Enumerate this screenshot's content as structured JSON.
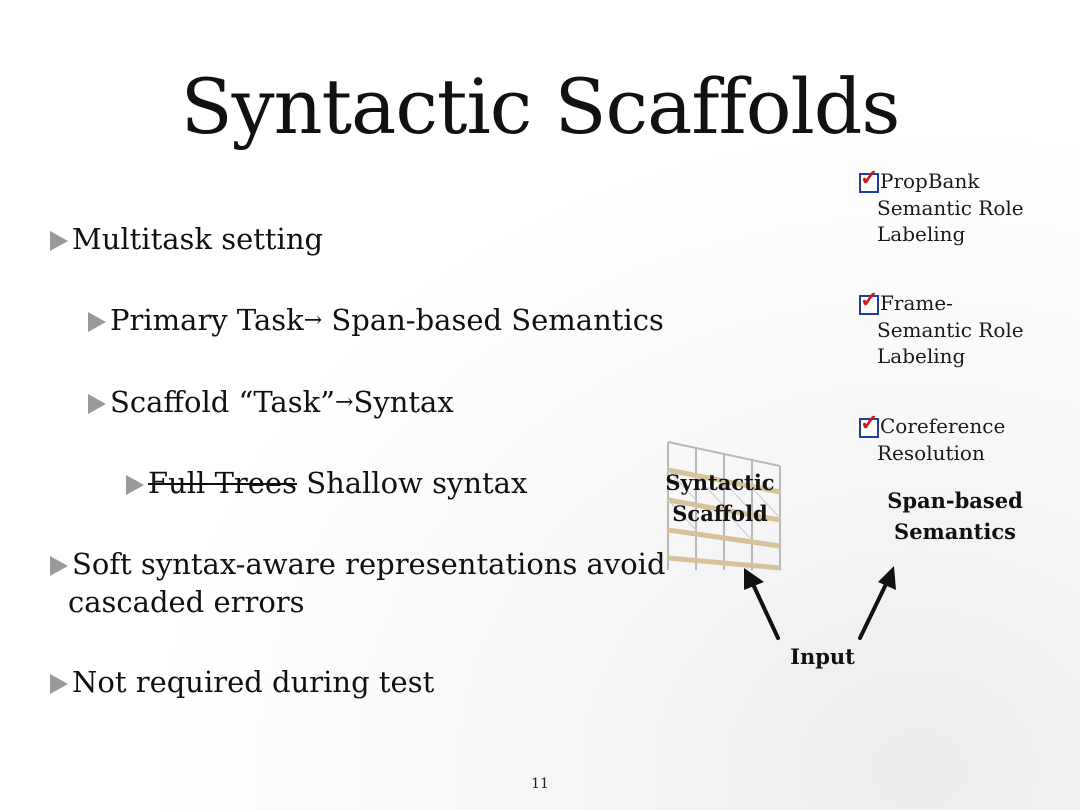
{
  "slide": {
    "title": "Syntactic Scaffolds",
    "page_number": "11"
  },
  "bullets": [
    {
      "text": "Multitask setting"
    },
    {
      "text_a": "Primary Task",
      "arrow": "→",
      "text_b": " Span-based Semantics"
    },
    {
      "text_a": "Scaffold “Task”",
      "arrow": "→",
      "text_b": "Syntax"
    },
    {
      "struck": "Full Trees",
      "text": " Shallow syntax"
    },
    {
      "line1": "Soft syntax-aware representations avoid",
      "line2": "cascaded errors"
    },
    {
      "text": "Not required during test"
    }
  ],
  "tasks": [
    {
      "line1": " PropBank",
      "line2": "Semantic Role",
      "line3": "Labeling",
      "checked": true
    },
    {
      "line1": "Frame-",
      "line2": "Semantic Role",
      "line3": "Labeling",
      "checked": true
    },
    {
      "line1": " Coreference",
      "line2": "Resolution",
      "checked": true
    }
  ],
  "diagram": {
    "scaffold_label_1": "Syntactic",
    "scaffold_label_2": "Scaffold",
    "semantics_label_1": "Span-based",
    "semantics_label_2": "Semantics",
    "input_label": "Input",
    "scaffold_icon": "scaffolding-icon"
  },
  "colors": {
    "check_box": "#1f3f9a",
    "check_mark": "#d11a1a",
    "bullet_triangle": "#9a9a9a"
  }
}
